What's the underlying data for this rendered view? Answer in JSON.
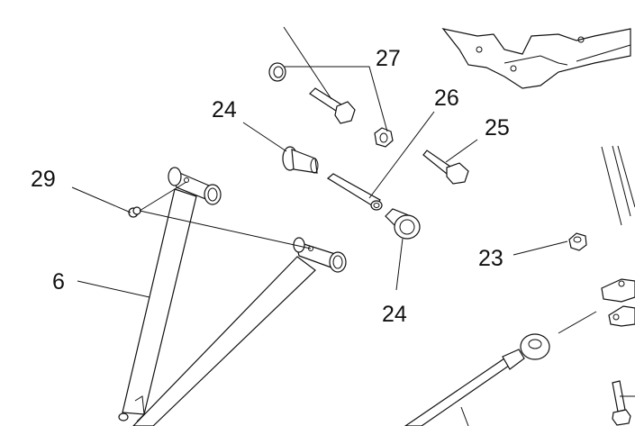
{
  "diagram": {
    "type": "exploded-parts-diagram",
    "colors": {
      "line": "#111111",
      "background": "#ffffff"
    },
    "callouts": [
      {
        "id": "c27",
        "label": "27",
        "part": "flange nut (pair)"
      },
      {
        "id": "c24a",
        "label": "24",
        "part": "bushing (upper)"
      },
      {
        "id": "c26",
        "label": "26",
        "part": "pivot sleeve"
      },
      {
        "id": "c25",
        "label": "25",
        "part": "hex bolt"
      },
      {
        "id": "c29",
        "label": "29",
        "part": "grease fitting"
      },
      {
        "id": "c6",
        "label": "6",
        "part": "A-arm"
      },
      {
        "id": "c24b",
        "label": "24",
        "part": "bushing (lower)"
      },
      {
        "id": "c23",
        "label": "23",
        "part": "lock nut"
      }
    ]
  }
}
